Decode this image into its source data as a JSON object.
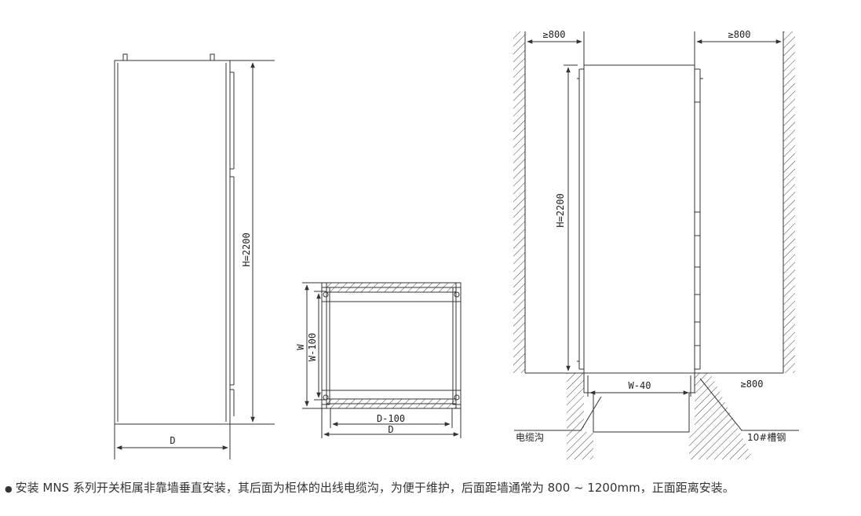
{
  "labels": {
    "side_height": "H=2200",
    "side_depth": "D",
    "plan_width": "W",
    "plan_width_inner": "W-100",
    "plan_depth_inner": "D-100",
    "plan_depth": "D",
    "front_height": "H=2200",
    "clear_left": "≥800",
    "clear_right": "≥800",
    "clear_bottom_right": "≥800",
    "trench_width": "W-40",
    "cable_trench": "电缆沟",
    "channel_steel": "10#槽钢"
  },
  "note": {
    "bullet": "●",
    "text": "安装 MNS 系列开关柜属非靠墙垂直安装，其后面为柜体的出线电缆沟，为便于维护，后面距墙通常为 800 ~ 1200mm，正面距离安装。"
  }
}
